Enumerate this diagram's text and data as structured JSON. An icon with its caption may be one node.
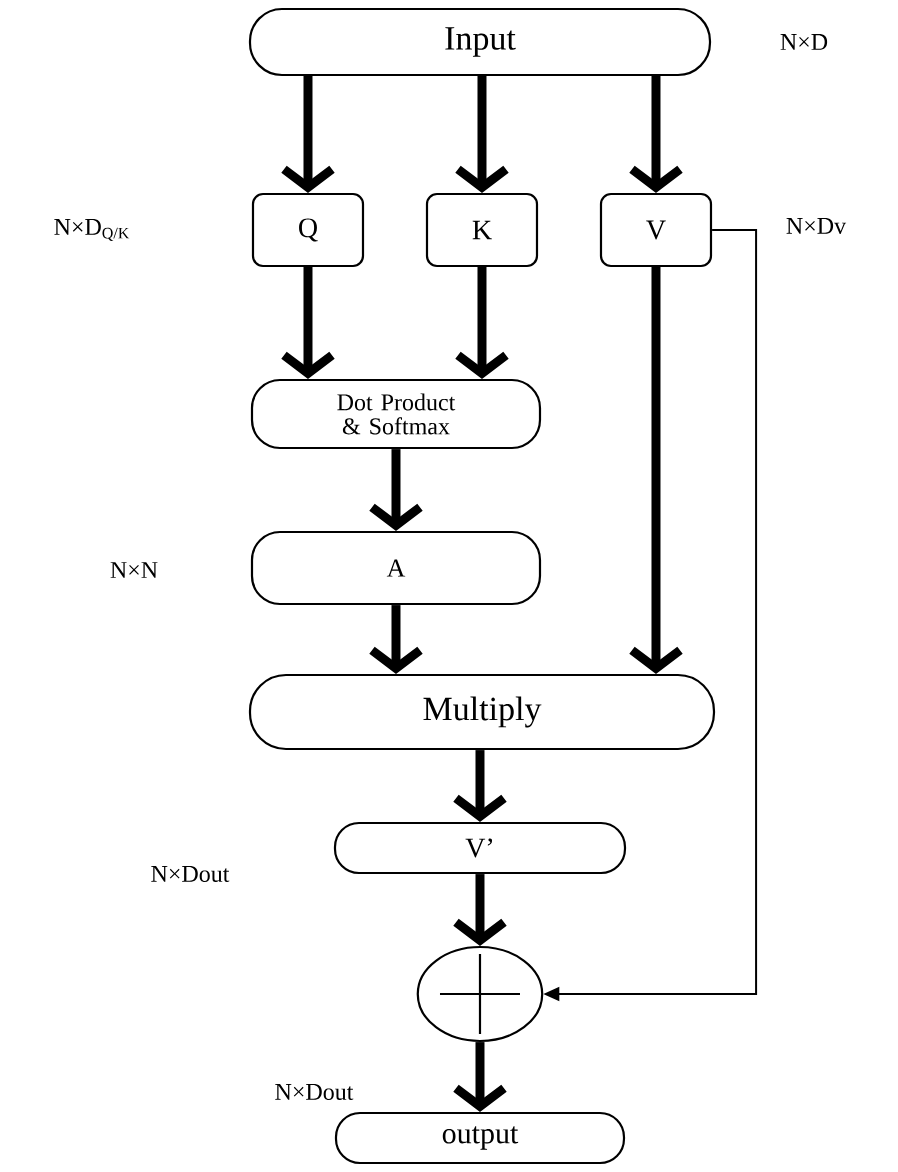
{
  "diagram": {
    "nodes": [
      {
        "text": [
          "Input"
        ]
      },
      {
        "text": [
          "Q"
        ]
      },
      {
        "text": [
          "K"
        ]
      },
      {
        "text": [
          "V"
        ]
      },
      {
        "text": [
          "Dot Product & Softmax"
        ]
      },
      {
        "text": [
          "A"
        ]
      },
      {
        "text": [
          "Multiply"
        ]
      },
      {
        "text": [
          "V’"
        ]
      },
      {
        "text": [],
        "shape": "circle"
      },
      {
        "text": [
          "output"
        ]
      }
    ],
    "edges": [
      {
        "from": 0,
        "to": 1,
        "arrow": "to"
      },
      {
        "from": 0,
        "to": 2,
        "arrow": "to"
      },
      {
        "from": 0,
        "to": 3,
        "arrow": "to"
      },
      {
        "from": 1,
        "to": 4,
        "arrow": "to"
      },
      {
        "from": 2,
        "to": 4,
        "arrow": "to"
      },
      {
        "from": 4,
        "to": 5,
        "arrow": "to"
      },
      {
        "from": 5,
        "to": 6,
        "arrow": "to"
      },
      {
        "from": 3,
        "to": 6,
        "arrow": "to"
      },
      {
        "from": 6,
        "to": 7,
        "arrow": "to"
      },
      {
        "from": 7,
        "to": 8,
        "arrow": "to"
      },
      {
        "from": 8,
        "to": 9,
        "arrow": "to"
      },
      {
        "from": 3,
        "to": 8,
        "arrow": "to"
      }
    ],
    "labels": [
      "N×D",
      "N×D$_{Q/K}$",
      "N×Dv",
      "N×N",
      "N×Dout",
      "N×Dout"
    ]
  }
}
